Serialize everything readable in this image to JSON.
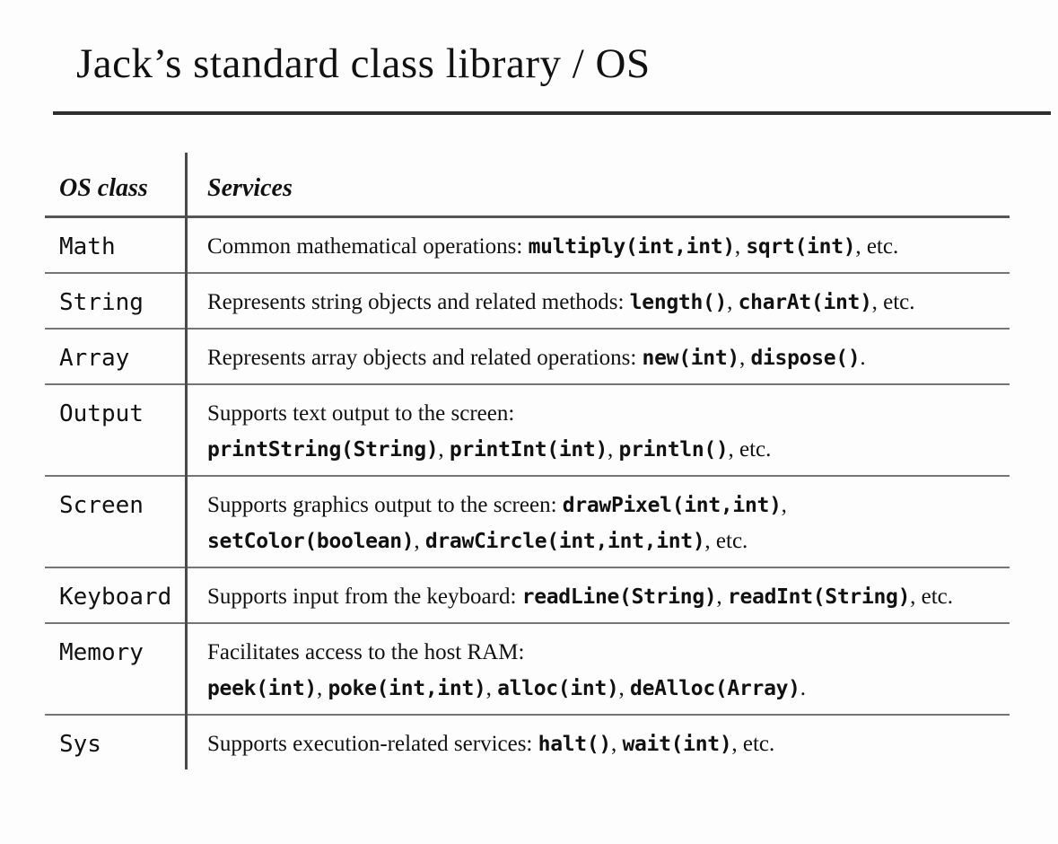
{
  "page": {
    "title": "Jack’s standard class library / OS"
  },
  "colors": {
    "text": "#111111",
    "rule": "#2e2e2e",
    "divider": "#4a4a4a",
    "header_line": "#565656",
    "row_line": "#757575"
  },
  "table": {
    "headers": {
      "os_class": "OS class",
      "services": "Services"
    },
    "rows": [
      {
        "name": "Math",
        "lines": [
          [
            {
              "type": "text",
              "value": "Common mathematical operations: "
            },
            {
              "type": "code",
              "value": "multiply(int,int)"
            },
            {
              "type": "text",
              "value": ", "
            },
            {
              "type": "code",
              "value": "sqrt(int)"
            },
            {
              "type": "text",
              "value": ", etc."
            }
          ]
        ]
      },
      {
        "name": "String",
        "lines": [
          [
            {
              "type": "text",
              "value": "Represents string objects and related methods: "
            },
            {
              "type": "code",
              "value": "length()"
            },
            {
              "type": "text",
              "value": ", "
            },
            {
              "type": "code",
              "value": "charAt(int)"
            },
            {
              "type": "text",
              "value": ", etc."
            }
          ]
        ]
      },
      {
        "name": "Array",
        "lines": [
          [
            {
              "type": "text",
              "value": "Represents array objects and related operations: "
            },
            {
              "type": "code",
              "value": "new(int)"
            },
            {
              "type": "text",
              "value": ", "
            },
            {
              "type": "code",
              "value": "dispose()"
            },
            {
              "type": "text",
              "value": "."
            }
          ]
        ]
      },
      {
        "name": "Output",
        "lines": [
          [
            {
              "type": "text",
              "value": "Supports text output to the screen:"
            }
          ],
          [
            {
              "type": "code",
              "value": "printString(String)"
            },
            {
              "type": "text",
              "value": ", "
            },
            {
              "type": "code",
              "value": "printInt(int)"
            },
            {
              "type": "text",
              "value": ", "
            },
            {
              "type": "code",
              "value": "println()"
            },
            {
              "type": "text",
              "value": ", etc."
            }
          ]
        ]
      },
      {
        "name": "Screen",
        "lines": [
          [
            {
              "type": "text",
              "value": "Supports graphics output to the screen: "
            },
            {
              "type": "code",
              "value": "drawPixel(int,int)"
            },
            {
              "type": "text",
              "value": ","
            }
          ],
          [
            {
              "type": "code",
              "value": "setColor(boolean)"
            },
            {
              "type": "text",
              "value": ", "
            },
            {
              "type": "code",
              "value": "drawCircle(int,int,int)"
            },
            {
              "type": "text",
              "value": ", etc."
            }
          ]
        ]
      },
      {
        "name": "Keyboard",
        "lines": [
          [
            {
              "type": "text",
              "value": "Supports input from the keyboard: "
            },
            {
              "type": "code",
              "value": "readLine(String)"
            },
            {
              "type": "text",
              "value": ", "
            },
            {
              "type": "code",
              "value": "readInt(String)"
            },
            {
              "type": "text",
              "value": ", etc."
            }
          ]
        ]
      },
      {
        "name": "Memory",
        "lines": [
          [
            {
              "type": "text",
              "value": "Facilitates access to the host RAM:"
            }
          ],
          [
            {
              "type": "code",
              "value": "peek(int)"
            },
            {
              "type": "text",
              "value": ", "
            },
            {
              "type": "code",
              "value": "poke(int,int)"
            },
            {
              "type": "text",
              "value": ", "
            },
            {
              "type": "code",
              "value": "alloc(int)"
            },
            {
              "type": "text",
              "value": ", "
            },
            {
              "type": "code",
              "value": "deAlloc(Array)"
            },
            {
              "type": "text",
              "value": "."
            }
          ]
        ]
      },
      {
        "name": "Sys",
        "lines": [
          [
            {
              "type": "text",
              "value": "Supports execution-related services: "
            },
            {
              "type": "code",
              "value": "halt()"
            },
            {
              "type": "text",
              "value": ", "
            },
            {
              "type": "code",
              "value": "wait(int)"
            },
            {
              "type": "text",
              "value": ", etc."
            }
          ]
        ]
      }
    ]
  }
}
